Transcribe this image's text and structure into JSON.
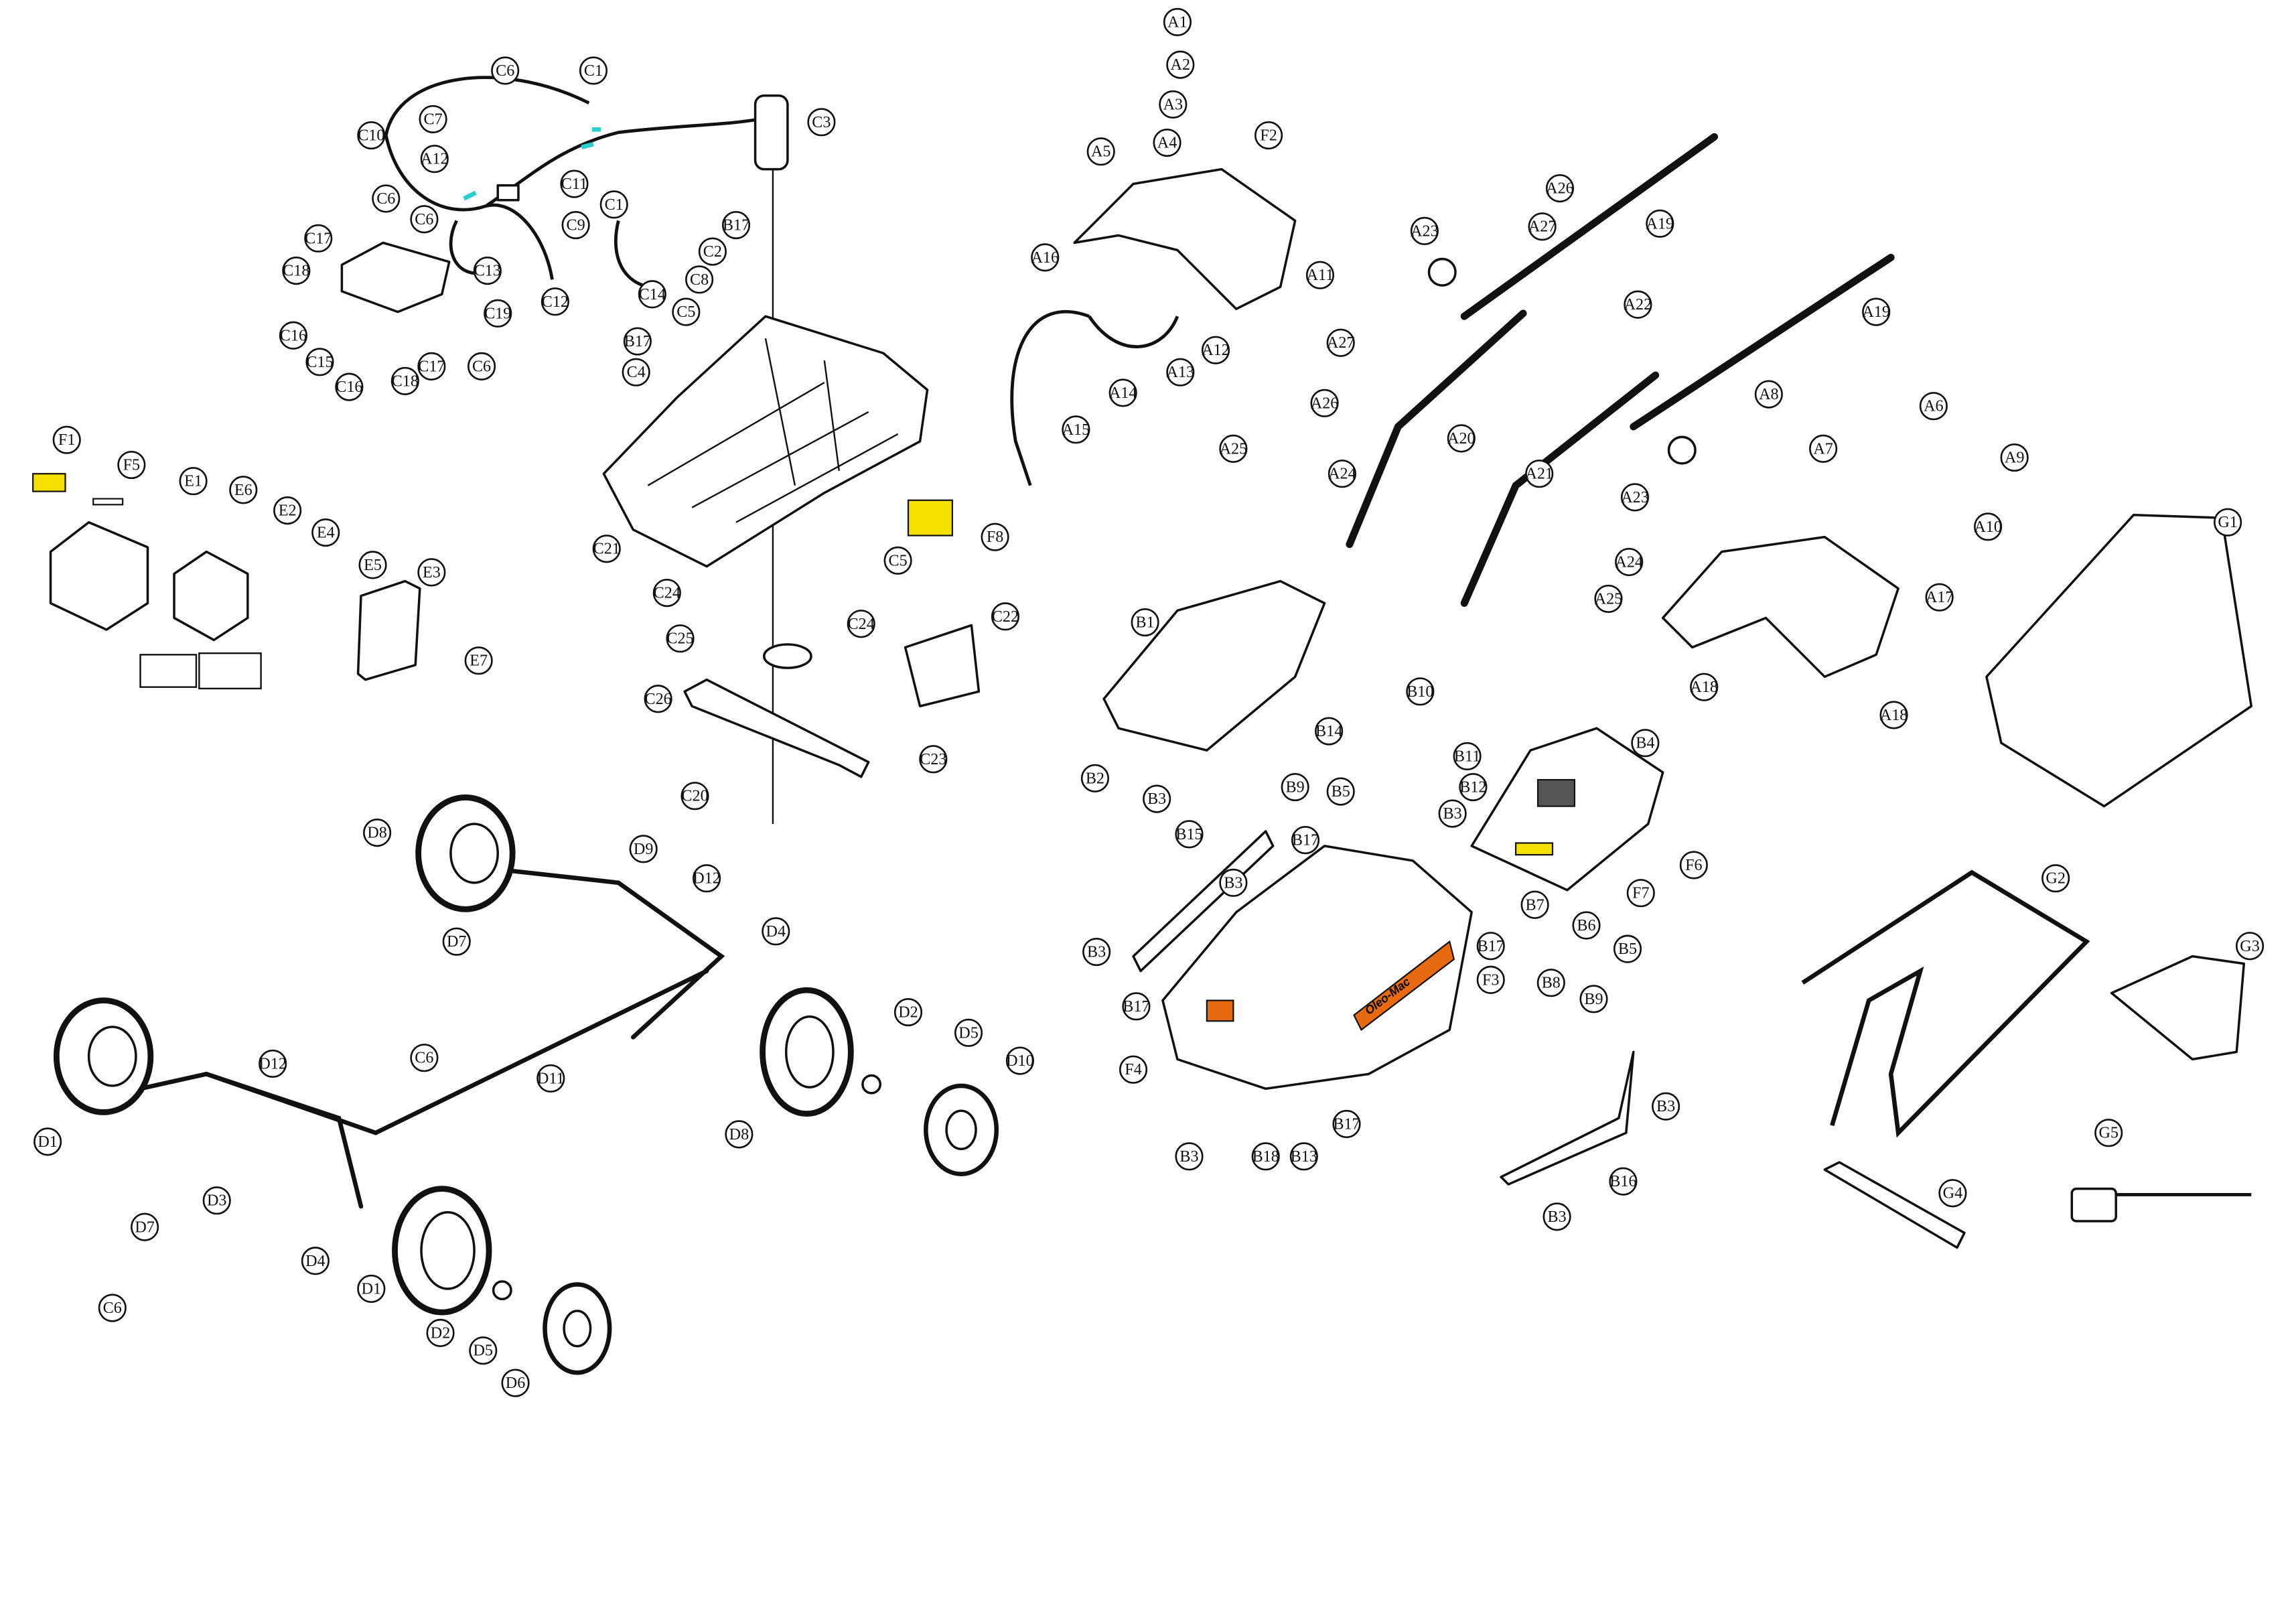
{
  "diagram": {
    "logo_text": "Oleo-Mac",
    "colors": {
      "line": "#111111",
      "wire_highlight": "#2ad0d0",
      "warning_label": "#f5e000",
      "brand_orange": "#e86a10"
    },
    "callouts": [
      "A1",
      "A2",
      "A3",
      "A4",
      "A5",
      "F2",
      "A11",
      "A16",
      "A12",
      "A13",
      "A14",
      "A15",
      "A26",
      "A27",
      "A19",
      "A23",
      "A19",
      "A22",
      "A27",
      "A26",
      "A20",
      "A25",
      "A24",
      "A21",
      "A23",
      "A24",
      "A25",
      "A8",
      "A6",
      "A7",
      "A9",
      "A10",
      "G1",
      "A17",
      "A18",
      "A18",
      "C6",
      "C1",
      "C7",
      "C3",
      "C10",
      "A12",
      "C11",
      "C9",
      "C6",
      "C1",
      "C6",
      "C13",
      "C17",
      "C18",
      "C14",
      "C12",
      "C19",
      "C16",
      "C15",
      "C17",
      "C6",
      "C16",
      "C18",
      "B17",
      "C2",
      "C8",
      "C5",
      "B17",
      "C4",
      "C21",
      "F8",
      "C5",
      "C24",
      "C24",
      "C25",
      "C22",
      "C26",
      "C23",
      "C20",
      "F1",
      "F5",
      "E1",
      "E6",
      "E2",
      "E4",
      "E5",
      "E3",
      "E7",
      "D8",
      "D9",
      "D12",
      "D7",
      "D4",
      "C6",
      "D11",
      "D12",
      "D2",
      "D5",
      "D10",
      "D8",
      "D1",
      "D3",
      "D4",
      "D1",
      "D2",
      "D5",
      "D6",
      "D7",
      "C6",
      "B1",
      "B10",
      "B14",
      "B11",
      "B4",
      "B12",
      "B9",
      "B5",
      "B3",
      "B17",
      "B15",
      "B3",
      "B7",
      "B6",
      "B17",
      "B5",
      "B3",
      "F3",
      "B8",
      "B9",
      "B17",
      "F4",
      "B17",
      "B3",
      "B18",
      "B13",
      "B3",
      "B16",
      "B3",
      "B2",
      "B3",
      "F6",
      "F7",
      "G2",
      "G3",
      "G5",
      "G4"
    ]
  }
}
